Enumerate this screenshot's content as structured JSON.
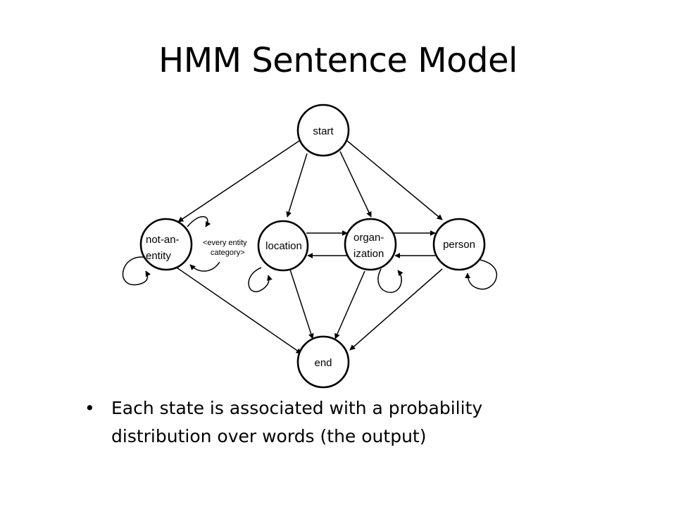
{
  "slide": {
    "title": "HMM Sentence Model",
    "bullet_glyph": "•",
    "bullets": [
      {
        "line1": "Each state is associated with a probability",
        "line2": "distribution  over words (the output)"
      }
    ]
  },
  "diagram": {
    "nodes": {
      "start": {
        "label": [
          "start"
        ]
      },
      "not_an_entity": {
        "label": [
          "not-an-",
          "entity"
        ]
      },
      "location": {
        "label": [
          "location"
        ]
      },
      "organization": {
        "label": [
          "organ-",
          "ization"
        ]
      },
      "person": {
        "label": [
          "person"
        ]
      },
      "end": {
        "label": [
          "end"
        ]
      }
    },
    "annotation": [
      "<every entity",
      "category>"
    ]
  }
}
